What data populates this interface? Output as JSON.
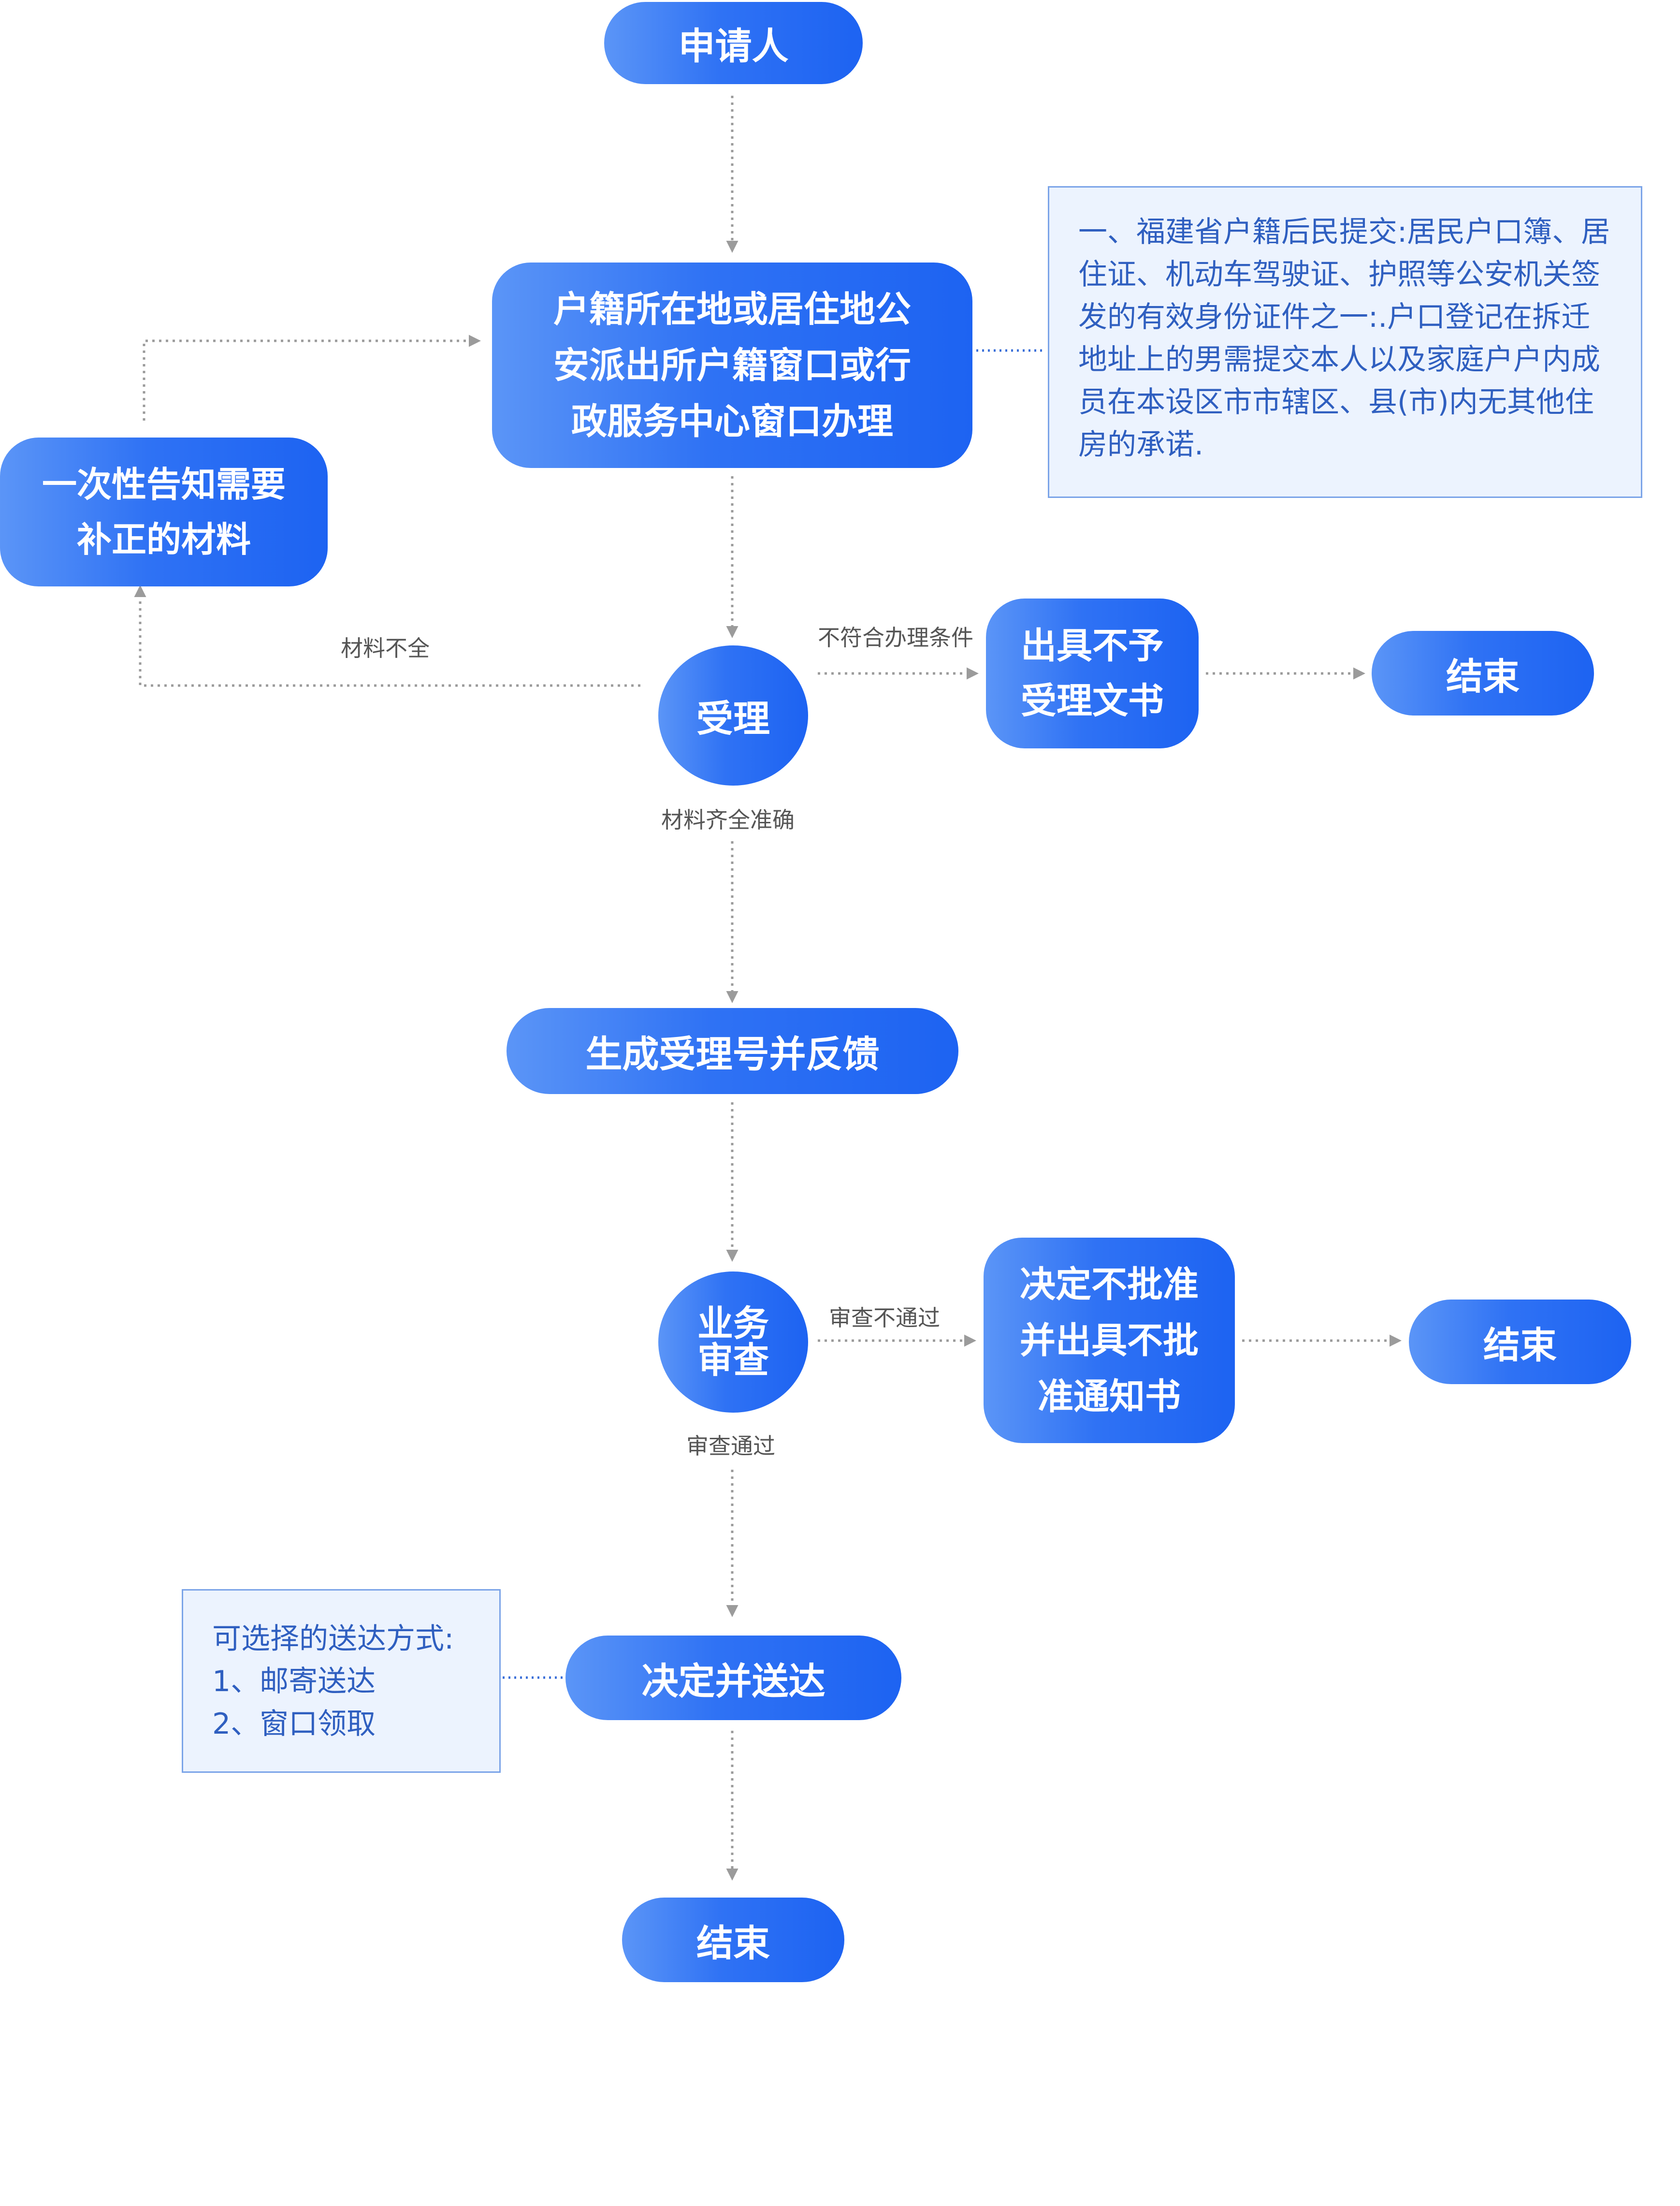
{
  "colors": {
    "node_gradient_start": "#5b95f7",
    "node_gradient_end": "#1d63f2",
    "note_background": "#ecf3fe",
    "note_border": "#7ba4e8",
    "note_text": "#2f5fc0",
    "connector": "#9b9b9b",
    "label_text": "#555555"
  },
  "nodes": {
    "applicant": "申请人",
    "handle_window": [
      "户籍所在地或居住地公",
      "安派出所户籍窗口或行",
      "政服务中心窗口办理"
    ],
    "notify_correction": [
      "一次性告知需要",
      "补正的材料"
    ],
    "accept": "受理",
    "issue_reject_doc": [
      "出具不予",
      "受理文书"
    ],
    "end_reject": "结束",
    "generate_number": "生成受理号并反馈",
    "review": [
      "业务",
      "审查"
    ],
    "decide_reject": [
      "决定不批准",
      "并出具不批",
      "准通知书"
    ],
    "end_review_reject": "结束",
    "decide_deliver": "决定并送达",
    "end_final": "结束"
  },
  "edge_labels": {
    "incomplete": "材料不全",
    "not_eligible": "不符合办理条件",
    "complete": "材料齐全准确",
    "review_fail": "审查不通过",
    "review_pass": "审查通过"
  },
  "notes": {
    "documents": [
      "一、福建省户籍后民提交:居民户口簿、居",
      "住证、机动车驾驶证、护照等公安机关签",
      "发的有效身份证件之一:.户口登记在拆迁",
      "地址上的男需提交本人以及家庭户户内成",
      "员在本设区市市辖区、县(市)内无其他住",
      "房的承诺."
    ],
    "delivery": [
      "可选择的送达方式:",
      "1、邮寄送达",
      "2、窗口领取"
    ]
  }
}
